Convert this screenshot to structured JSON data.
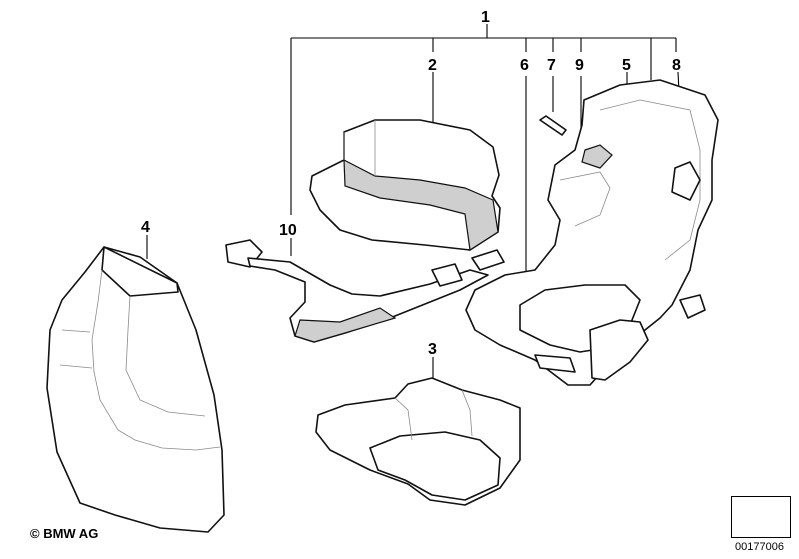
{
  "diagram": {
    "callouts": [
      "1",
      "2",
      "3",
      "4",
      "5",
      "6",
      "7",
      "8",
      "9",
      "10"
    ],
    "copyright": "© BMW AG",
    "diagram_id": "00177006",
    "icons": [
      "arrow-direction-icon"
    ]
  }
}
